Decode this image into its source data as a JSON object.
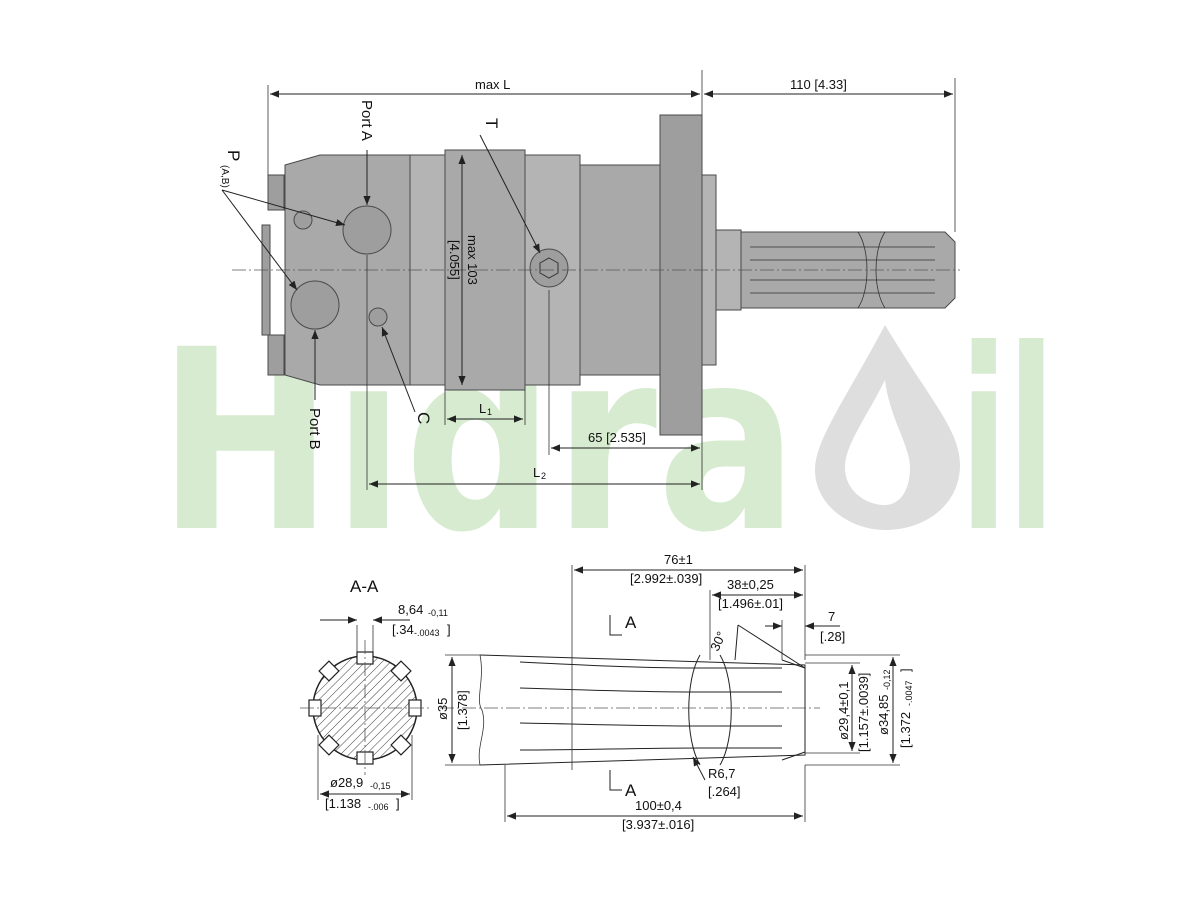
{
  "watermark": {
    "text": "Hidra",
    "suffix": "il",
    "color": "#cfe8c7",
    "drop_color": "#d9d9d9"
  },
  "top_view": {
    "max_l": "max L",
    "shaft_length": "110 [4.33]",
    "port_a": "Port A",
    "port_b": "Port B",
    "p_label": "P",
    "p_sub": "(A,B)",
    "t_label": "T",
    "c_label": "C",
    "height_mm": "max 103",
    "height_in": "[4.055]",
    "l1": "L",
    "l1_sub": "1",
    "l2": "L",
    "l2_sub": "2",
    "flange_dim": "65 [2.535]"
  },
  "section": {
    "title": "A-A",
    "key_width": "8,64",
    "key_width_tol": "-0,11",
    "key_width_in": "[.34",
    "key_width_in_tol": "-.0043",
    "key_width_in_close": "]",
    "minor_dia": "ø28,9",
    "minor_dia_tol": "-0,15",
    "minor_dia_in": "[1.138",
    "minor_dia_in_tol": "-.006",
    "minor_dia_in_close": "]"
  },
  "shaft_detail": {
    "len76": "76±1",
    "len76_in": "[2.992±.039]",
    "len38": "38±0,25",
    "len38_in": "[1.496±.01]",
    "len7": "7",
    "len7_in": "[.28]",
    "angle": "30°",
    "section_mark": "A",
    "dia35": "ø35",
    "dia35_in": "[1.378]",
    "groove_dia": "ø29,4±0,1",
    "groove_dia_in": "[1.157±.0039]",
    "outer_dia": "ø34,85",
    "outer_dia_tol": "-0,12",
    "outer_dia_in": "[1.372",
    "outer_dia_in_tol": "-.0047",
    "outer_dia_in_close": "]",
    "radius": "R6,7",
    "radius_in": "[.264]",
    "len100": "100±0,4",
    "len100_in": "[3.937±.016]"
  }
}
